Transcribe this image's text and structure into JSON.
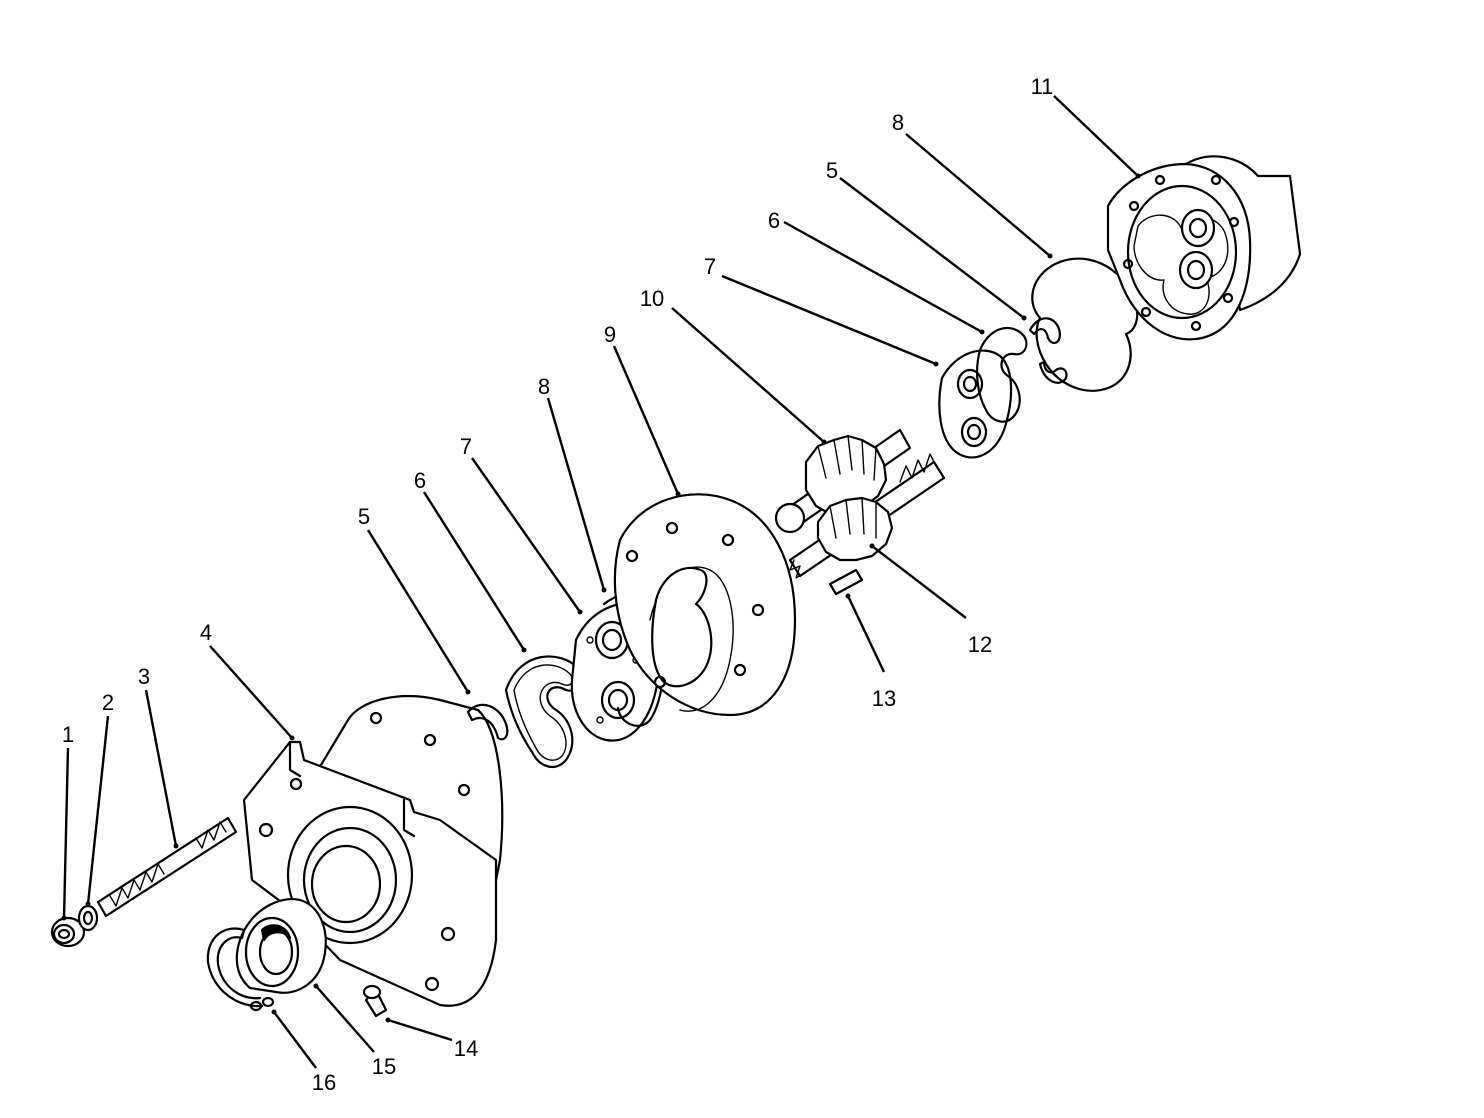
{
  "callouts": [
    {
      "id": "c1",
      "label": "1"
    },
    {
      "id": "c2",
      "label": "2"
    },
    {
      "id": "c3",
      "label": "3"
    },
    {
      "id": "c4",
      "label": "4"
    },
    {
      "id": "c5a",
      "label": "5"
    },
    {
      "id": "c6a",
      "label": "6"
    },
    {
      "id": "c7a",
      "label": "7"
    },
    {
      "id": "c8a",
      "label": "8"
    },
    {
      "id": "c9",
      "label": "9"
    },
    {
      "id": "c10",
      "label": "10"
    },
    {
      "id": "c7b",
      "label": "7"
    },
    {
      "id": "c6b",
      "label": "6"
    },
    {
      "id": "c5b",
      "label": "5"
    },
    {
      "id": "c8b",
      "label": "8"
    },
    {
      "id": "c11",
      "label": "11"
    },
    {
      "id": "c12",
      "label": "12"
    },
    {
      "id": "c13",
      "label": "13"
    },
    {
      "id": "c14",
      "label": "14"
    },
    {
      "id": "c15",
      "label": "15"
    },
    {
      "id": "c16",
      "label": "16"
    }
  ],
  "colors": {
    "line": "#000000",
    "background": "#ffffff"
  }
}
